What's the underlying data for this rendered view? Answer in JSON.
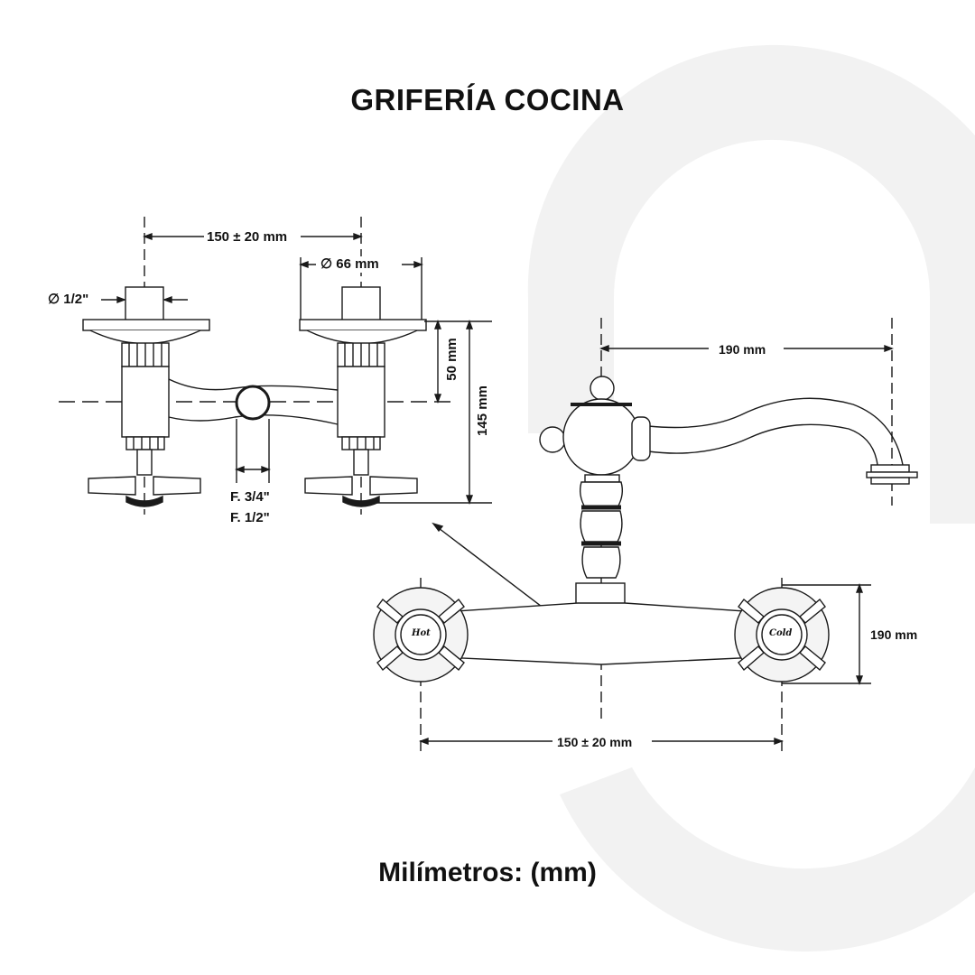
{
  "title": "GRIFERÍA COCINA",
  "footer": "Milímetros: (mm)",
  "dimensions": {
    "top_width": "150 ± 20 mm",
    "pipe_diameter": "∅ 1/2\"",
    "base_diameter": "∅ 66 mm",
    "outlet_height": "50 mm",
    "total_height": "145 mm",
    "connection_primary": "F. 3/4\"",
    "connection_secondary": "F. 1/2\"",
    "spout_reach": "190 mm",
    "front_height": "190 mm",
    "front_width": "150 ± 20 mm"
  },
  "handles": {
    "left": "Hot",
    "right": "Cold"
  },
  "colors": {
    "line": "#1a1a1a",
    "background_mark": "#f1f1f1"
  }
}
